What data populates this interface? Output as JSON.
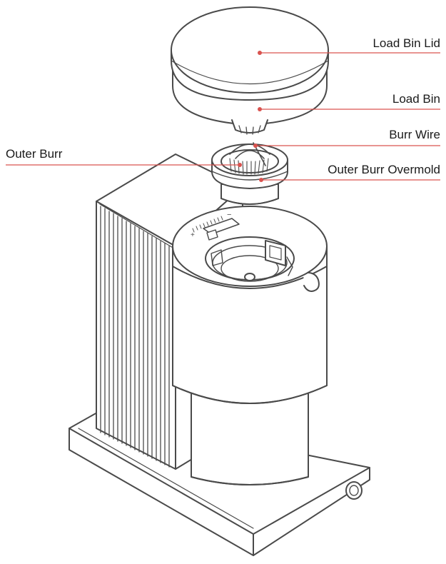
{
  "labels": {
    "load_bin_lid": "Load Bin Lid",
    "load_bin": "Load Bin",
    "burr_wire": "Burr Wire",
    "outer_burr": "Outer Burr",
    "outer_burr_overmold": "Outer Burr Overmold"
  },
  "colors": {
    "line": "#4a4a4a",
    "callout": "#d9534f",
    "text": "#1a1a1a"
  },
  "dial": {
    "minus": "−",
    "plus": "+"
  }
}
